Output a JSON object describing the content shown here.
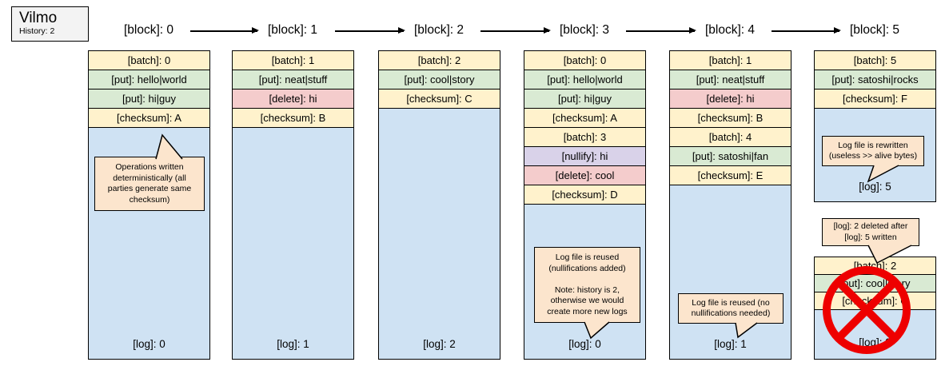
{
  "app": {
    "name": "Vilmo",
    "history_label": "History: 2"
  },
  "colors": {
    "row_yellow": "#fff2cc",
    "row_green": "#d9ead3",
    "row_pink": "#f4cccc",
    "row_purple": "#d9d2e9",
    "log_blue": "#cfe2f3",
    "note_peach": "#fce5cd",
    "header_gray": "#f3f3f3",
    "delete_red": "#ee0000"
  },
  "blocks": [
    {
      "header": "[block]: 0",
      "rows": [
        {
          "type": "batch",
          "label": "[batch]: 0"
        },
        {
          "type": "put",
          "label": "[put]: hello|world"
        },
        {
          "type": "put",
          "label": "[put]: hi|guy"
        },
        {
          "type": "checksum",
          "label": "[checksum]: A"
        }
      ],
      "log": "[log]: 0"
    },
    {
      "header": "[block]: 1",
      "rows": [
        {
          "type": "batch",
          "label": "[batch]: 1"
        },
        {
          "type": "put",
          "label": "[put]: neat|stuff"
        },
        {
          "type": "delete",
          "label": "[delete]: hi"
        },
        {
          "type": "checksum",
          "label": "[checksum]: B"
        }
      ],
      "log": "[log]: 1"
    },
    {
      "header": "[block]: 2",
      "rows": [
        {
          "type": "batch",
          "label": "[batch]: 2"
        },
        {
          "type": "put",
          "label": "[put]: cool|story"
        },
        {
          "type": "checksum",
          "label": "[checksum]: C"
        }
      ],
      "log": "[log]: 2"
    },
    {
      "header": "[block]: 3",
      "rows": [
        {
          "type": "batch",
          "label": "[batch]: 0"
        },
        {
          "type": "put",
          "label": "[put]: hello|world"
        },
        {
          "type": "put",
          "label": "[put]: hi|guy"
        },
        {
          "type": "checksum",
          "label": "[checksum]: A"
        },
        {
          "type": "batch",
          "label": "[batch]: 3"
        },
        {
          "type": "nullify",
          "label": "[nullify]: hi"
        },
        {
          "type": "delete",
          "label": "[delete]: cool"
        },
        {
          "type": "checksum",
          "label": "[checksum]: D"
        }
      ],
      "log": "[log]: 0"
    },
    {
      "header": "[block]: 4",
      "rows": [
        {
          "type": "batch",
          "label": "[batch]: 1"
        },
        {
          "type": "put",
          "label": "[put]: neat|stuff"
        },
        {
          "type": "delete",
          "label": "[delete]: hi"
        },
        {
          "type": "checksum",
          "label": "[checksum]: B"
        },
        {
          "type": "batch",
          "label": "[batch]: 4"
        },
        {
          "type": "put",
          "label": "[put]: satoshi|fan"
        },
        {
          "type": "checksum",
          "label": "[checksum]: E"
        }
      ],
      "log": "[log]: 1"
    },
    {
      "header": "[block]: 5",
      "rows": [
        {
          "type": "batch",
          "label": "[batch]: 5"
        },
        {
          "type": "put",
          "label": "[put]: satoshi|rocks"
        },
        {
          "type": "checksum",
          "label": "[checksum]: F"
        }
      ],
      "log": "[log]: 5"
    }
  ],
  "deleted_block": {
    "rows": [
      {
        "type": "batch",
        "label": "[batch]: 2"
      },
      {
        "type": "put",
        "label": "[put]: cool|story"
      },
      {
        "type": "checksum",
        "label": "[checksum]: C"
      }
    ],
    "log": "[log]: 2"
  },
  "notes": {
    "deterministic": "Operations written\ndeterministically (all\nparties generate same\nchecksum)",
    "reused_nullifications": "Log file is reused\n(nullifications added)\n\nNote: history is 2,\notherwise we would\ncreate more new logs",
    "reused_no_nullifications": "Log file is reused (no\nnullifications needed)",
    "rewritten": "Log file is rewritten\n(useless >> alive bytes)",
    "deleted_after": "[log]: 2 deleted after\n[log]: 5 written"
  }
}
